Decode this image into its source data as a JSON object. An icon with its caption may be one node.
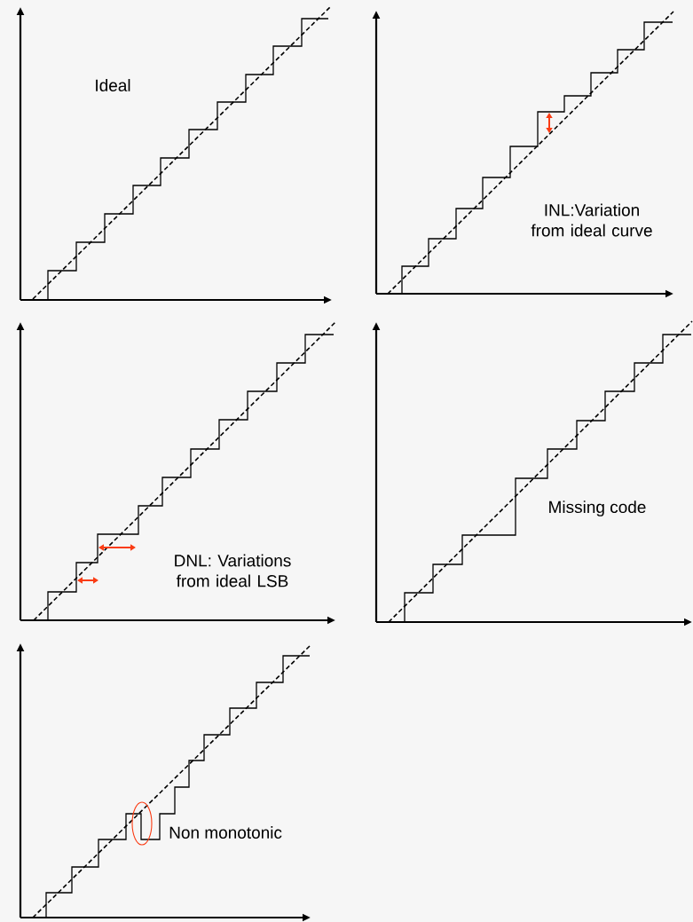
{
  "diagram": {
    "labels": [
      "Ideal",
      "INL:Variation from ideal curve",
      "DNL: Variations from ideal LSB",
      "Missing code",
      "Non monotonic"
    ]
  }
}
